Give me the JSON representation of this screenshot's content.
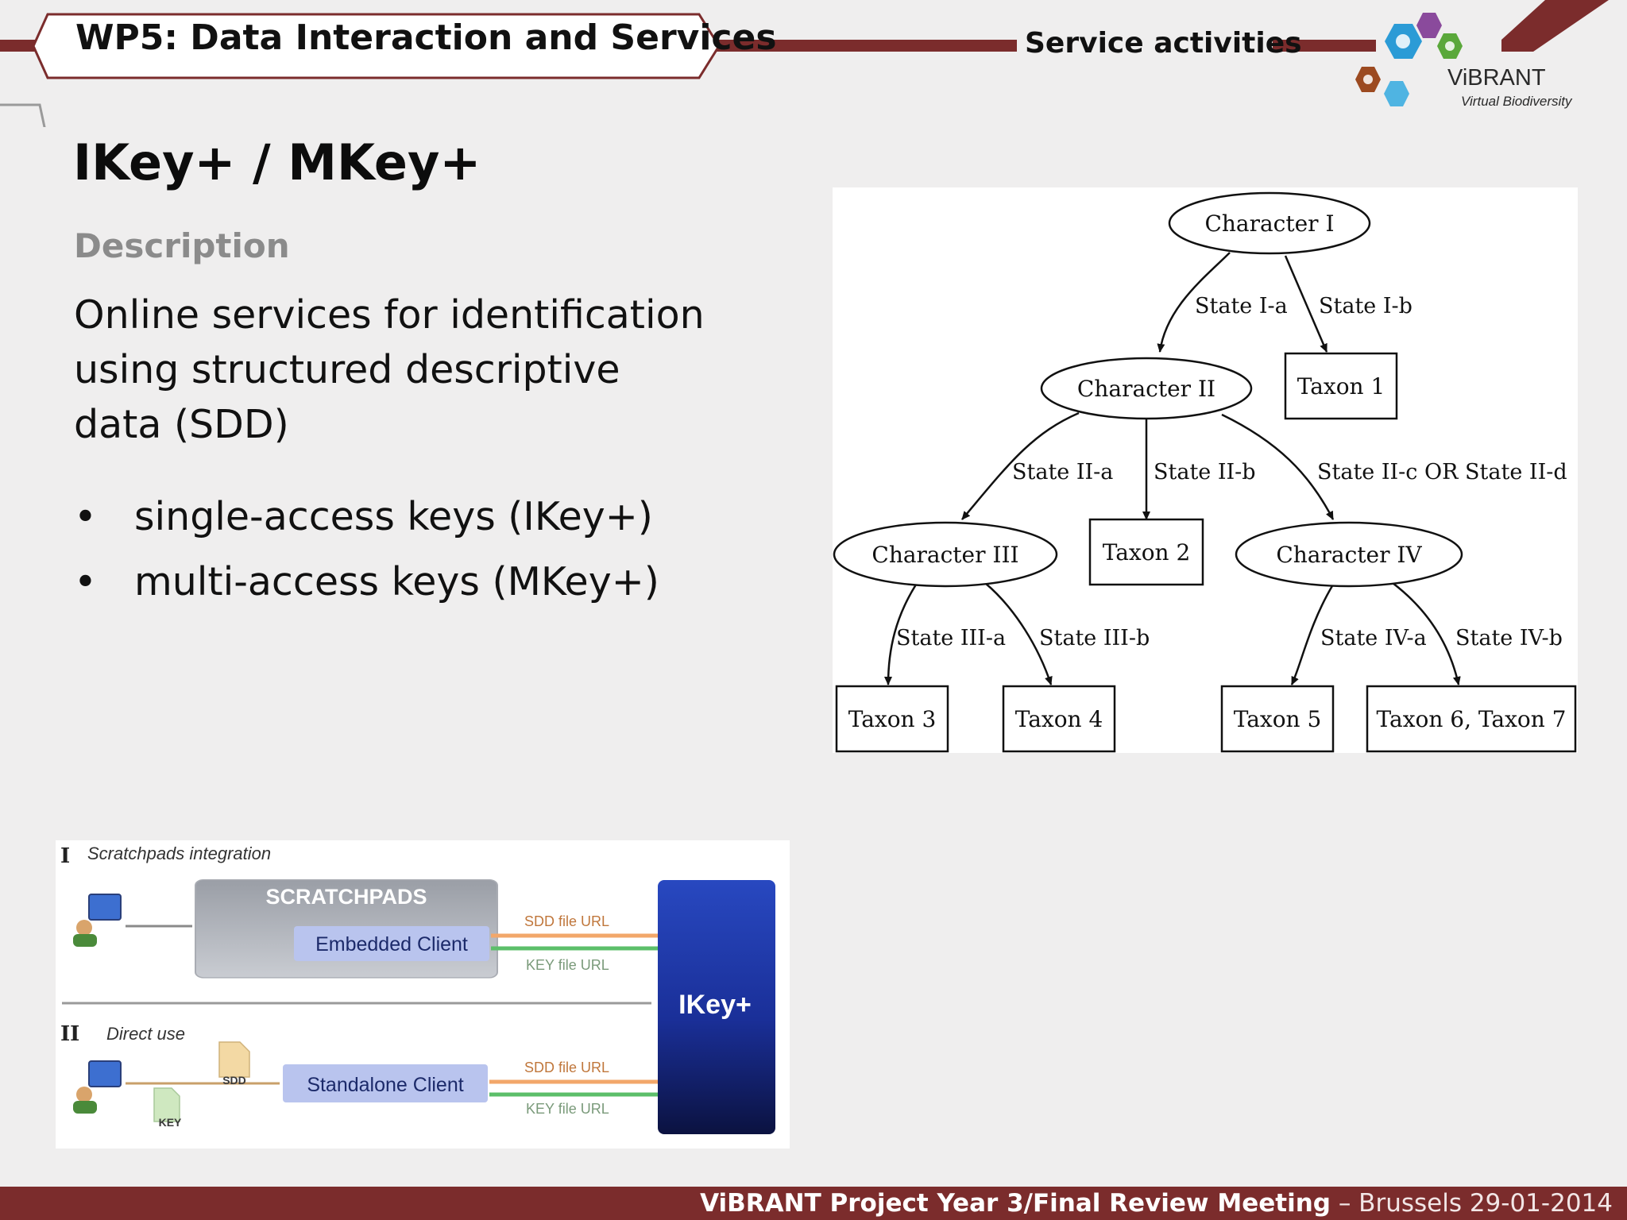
{
  "header": {
    "wp_title": "WP5: Data Interaction and Services",
    "section": "Service activities"
  },
  "logo": {
    "name": "ViBRANT",
    "subtitle": "Virtual Biodiversity"
  },
  "slide": {
    "title": "IKey+ / MKey+",
    "description_heading": "Description",
    "description": "Online services for identification using structured descriptive data (SDD)",
    "bullets": [
      "single-access keys (IKey+)",
      "multi-access keys (MKey+)"
    ]
  },
  "tree": {
    "nodes": {
      "char1": "Character I",
      "char2": "Character II",
      "char3": "Character III",
      "char4": "Character IV",
      "taxon1": "Taxon 1",
      "taxon2": "Taxon 2",
      "taxon3": "Taxon 3",
      "taxon4": "Taxon 4",
      "taxon5": "Taxon 5",
      "taxon67": "Taxon 6, Taxon 7"
    },
    "edges": {
      "s1a": "State I-a",
      "s1b": "State I-b",
      "s2a": "State II-a",
      "s2b": "State II-b",
      "s2cd": "State II-c OR State II-d",
      "s3a": "State III-a",
      "s3b": "State III-b",
      "s4a": "State IV-a",
      "s4b": "State IV-b"
    }
  },
  "architecture": {
    "section1_num": "I",
    "section1_label": "Scratchpads integration",
    "scratchpads": "SCRATCHPADS",
    "embedded_client": "Embedded Client",
    "section2_num": "II",
    "section2_label": "Direct use",
    "standalone_client": "Standalone Client",
    "sdd_url": "SDD file URL",
    "key_url": "KEY file URL",
    "ikey": "IKey+",
    "sdd_doc": "SDD",
    "key_doc": "KEY"
  },
  "footer": {
    "bold": "ViBRANT Project Year 3/Final Review Meeting",
    "rest": " – Brussels 29-01-2014"
  },
  "colors": {
    "maroon": "#7b2c2c",
    "hex_blue": "#2b9bd6",
    "hex_purple": "#8a4a9c",
    "hex_green": "#5aa83a",
    "hex_brown": "#9c4a20",
    "ikey_blue": "#1c36a8"
  }
}
